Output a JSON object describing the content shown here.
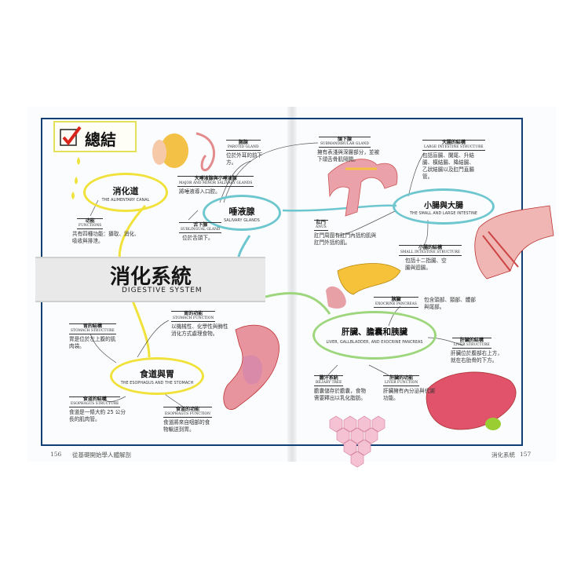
{
  "header": {
    "title": "總結"
  },
  "banner": {
    "title": "消化系統",
    "subtitle": "DIGESTIVE SYSTEM"
  },
  "nodes": {
    "alimentary": {
      "zh": "消化道",
      "en": "THE ALIMENTARY CANAL"
    },
    "salivary": {
      "zh": "唾液腺",
      "en": "SALIVARY GLANDS"
    },
    "intestine": {
      "zh": "小腸與大腸",
      "en": "THE SMALL AND LARGE INTESTINE"
    },
    "liver": {
      "zh": "肝臟、膽囊和胰臟",
      "en": "LIVER, GALLBLADDER, AND EXOCRINE PANCREAS"
    },
    "stomach": {
      "zh": "食道與胃",
      "en": "THE ESOPHAGUS AND THE STOMACH"
    }
  },
  "notes": {
    "function": {
      "zh": "功能",
      "en": "FUNCTIONS",
      "text": "共有四種功能：攝取、消化、吸收與排泄。"
    },
    "parotid": {
      "zh": "腮腺",
      "en": "PAROTID GLAND",
      "text": "位於外耳的前下方。"
    },
    "major_minor": {
      "zh": "大唾液腺與小唾液腺",
      "en": "MAJOR AND MINOR SALIVARY GLANDS",
      "text": "將唾液導入口腔。"
    },
    "sublingual": {
      "zh": "舌下腺",
      "en": "SUBLINGUAL GLAND",
      "text": "位於舌頭下。"
    },
    "submandibular": {
      "zh": "頜下腺",
      "en": "SUBMANDIBULAR GLAND",
      "text": "擁有表淺與深層部分，並被下頜舌骨肌隔開。"
    },
    "large_structure": {
      "zh": "大腸的結構",
      "en": "LARGE INTESTINE STRUCTURE",
      "text": "包括盲腸、闌尾、升結腸、橫結腸、降結腸、乙狀結腸以及肛門直腸管。"
    },
    "anus": {
      "zh": "肛門",
      "en": "ANUS",
      "text": "肛門周圍有肛門內括約肌與肛門外括約肌。"
    },
    "small_structure": {
      "zh": "小腸的結構",
      "en": "SMALL INTESTINE STRUCTURE",
      "text": "包括十二指腸、空腸與迴腸。"
    },
    "pancreas": {
      "zh": "胰臟",
      "en": "EXOCRINE PANCREAS",
      "text": "包含頭部、頸部、體部與尾部。"
    },
    "liver_structure": {
      "zh": "肝臟的結構",
      "en": "LIVER STRUCTURE",
      "text": "肝臟位於腹部右上方，就在右肋骨的下方。"
    },
    "bile": {
      "zh": "膽汁系統",
      "en": "BILIARY TREE",
      "text": "膽囊儲存於膽囊，食物需要釋出以乳化脂肪。"
    },
    "liver_function": {
      "zh": "肝臟的功能",
      "en": "LIVER FUNCTION",
      "text": "肝臟擁有內分泌與代謝功能。"
    },
    "stomach_structure": {
      "zh": "胃的結構",
      "en": "STOMACH STRUCTURE",
      "text": "胃是位於左上腹的肌肉袋。"
    },
    "stomach_function": {
      "zh": "胃的功能",
      "en": "STOMACH FUNCTION",
      "text": "以機械性、化學性與酶性消化方式處理食物。"
    },
    "esophagus_structure": {
      "zh": "食道的結構",
      "en": "ESOPHAGUS STRUCTURE",
      "text": "食道是一條大約 25 公分長的肌肉管。"
    },
    "esophagus_function": {
      "zh": "食道的功能",
      "en": "ESOPHAGUS FUNCTION",
      "text": "食道將來自咽部的食物輸送到胃。"
    }
  },
  "footer": {
    "left_page": "156",
    "left_title": "從基礎開始學人體解剖",
    "right_title": "消化系統",
    "right_page": "157"
  },
  "colors": {
    "frame": "#0f3f73",
    "yellow": "#f0e23a",
    "teal": "#6ec6cf",
    "green": "#9dd67c",
    "pink": "#e27a93"
  }
}
